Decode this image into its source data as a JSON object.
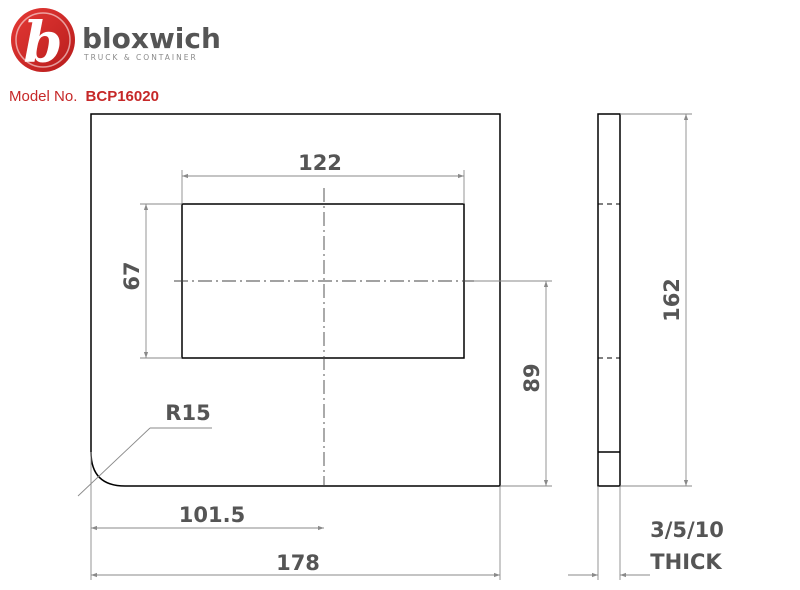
{
  "logo": {
    "brand_name": "bloxwich",
    "tagline": "TRUCK & CONTAINER",
    "mark_letter": "b",
    "brand_color": "#c62828"
  },
  "model": {
    "label": "Model No.",
    "number": "BCP16020",
    "color": "#c62828"
  },
  "dimensions": {
    "overall_width": "178",
    "cutout_width": "122",
    "cutout_height": "67",
    "offset_x": "101.5",
    "offset_y": "89",
    "overall_height": "162",
    "corner_radius": "R15",
    "thickness_values": "3/5/10",
    "thickness_label": "THICK"
  }
}
